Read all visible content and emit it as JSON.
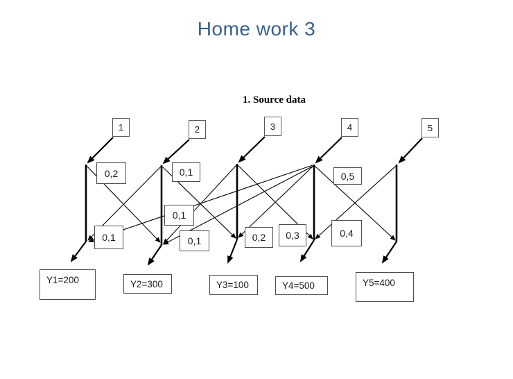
{
  "title": "Home work 3",
  "subtitle": "1. Source data",
  "colors": {
    "title_text": "#38618f",
    "line": "#000000",
    "box_border": "#4d4d4d",
    "background": "#ffffff"
  },
  "nodes": [
    {
      "label": "1"
    },
    {
      "label": "2"
    },
    {
      "label": "3"
    },
    {
      "label": "4"
    },
    {
      "label": "5"
    }
  ],
  "edge_labels": [
    {
      "value": "0,2"
    },
    {
      "value": "0,1"
    },
    {
      "value": "0,1"
    },
    {
      "value": "0,1"
    },
    {
      "value": "0,1"
    },
    {
      "value": "0,2"
    },
    {
      "value": "0,3"
    },
    {
      "value": "0,5"
    },
    {
      "value": "0,4"
    }
  ],
  "sinks": [
    {
      "label": "Y1=200"
    },
    {
      "label": "Y2=300"
    },
    {
      "label": "Y3=100"
    },
    {
      "label": "Y4=500"
    },
    {
      "label": "Y5=400"
    }
  ],
  "edges": [
    {
      "from": "1",
      "to": "Y1"
    },
    {
      "from": "2",
      "to": "Y2"
    },
    {
      "from": "3",
      "to": "Y3"
    },
    {
      "from": "4",
      "to": "Y4"
    },
    {
      "from": "5",
      "to": "Y5"
    },
    {
      "from": "1",
      "to": "Y2"
    },
    {
      "from": "2",
      "to": "Y1"
    },
    {
      "from": "2",
      "to": "Y3"
    },
    {
      "from": "3",
      "to": "Y2"
    },
    {
      "from": "3",
      "to": "Y4"
    },
    {
      "from": "4",
      "to": "Y3"
    },
    {
      "from": "4",
      "to": "Y5"
    },
    {
      "from": "5",
      "to": "Y4"
    },
    {
      "from": "4",
      "to": "Y2"
    },
    {
      "from": "4",
      "to": "Y1"
    }
  ]
}
